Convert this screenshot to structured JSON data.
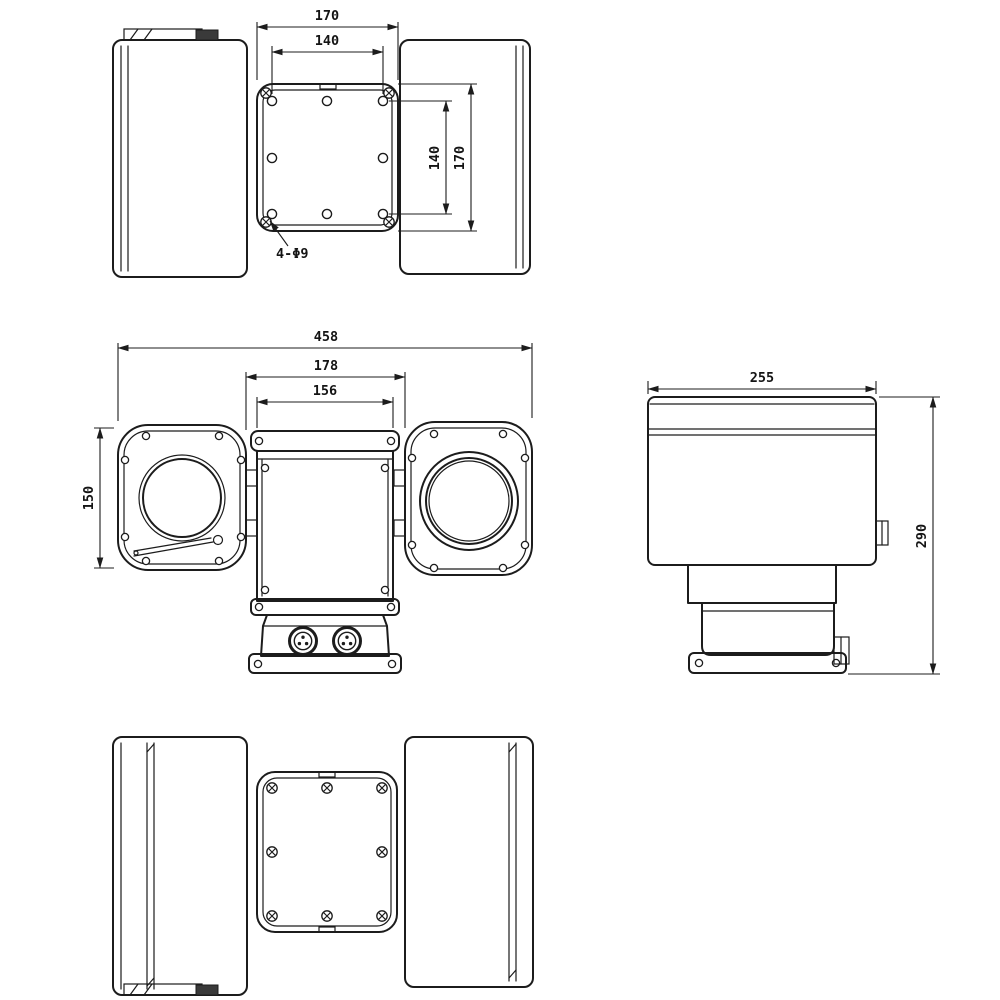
{
  "colors": {
    "line": "#1c1c1c",
    "background": "#ffffff"
  },
  "views": {
    "top": {
      "outer_width": "170",
      "hole_width": "140",
      "hole_height": "140",
      "outer_height": "170",
      "hole_callout": "4-Φ9"
    },
    "front": {
      "overall_width": "458",
      "inner_width": "178",
      "body_width": "156",
      "housing_height": "150"
    },
    "side": {
      "depth": "255",
      "overall_height": "290"
    }
  }
}
